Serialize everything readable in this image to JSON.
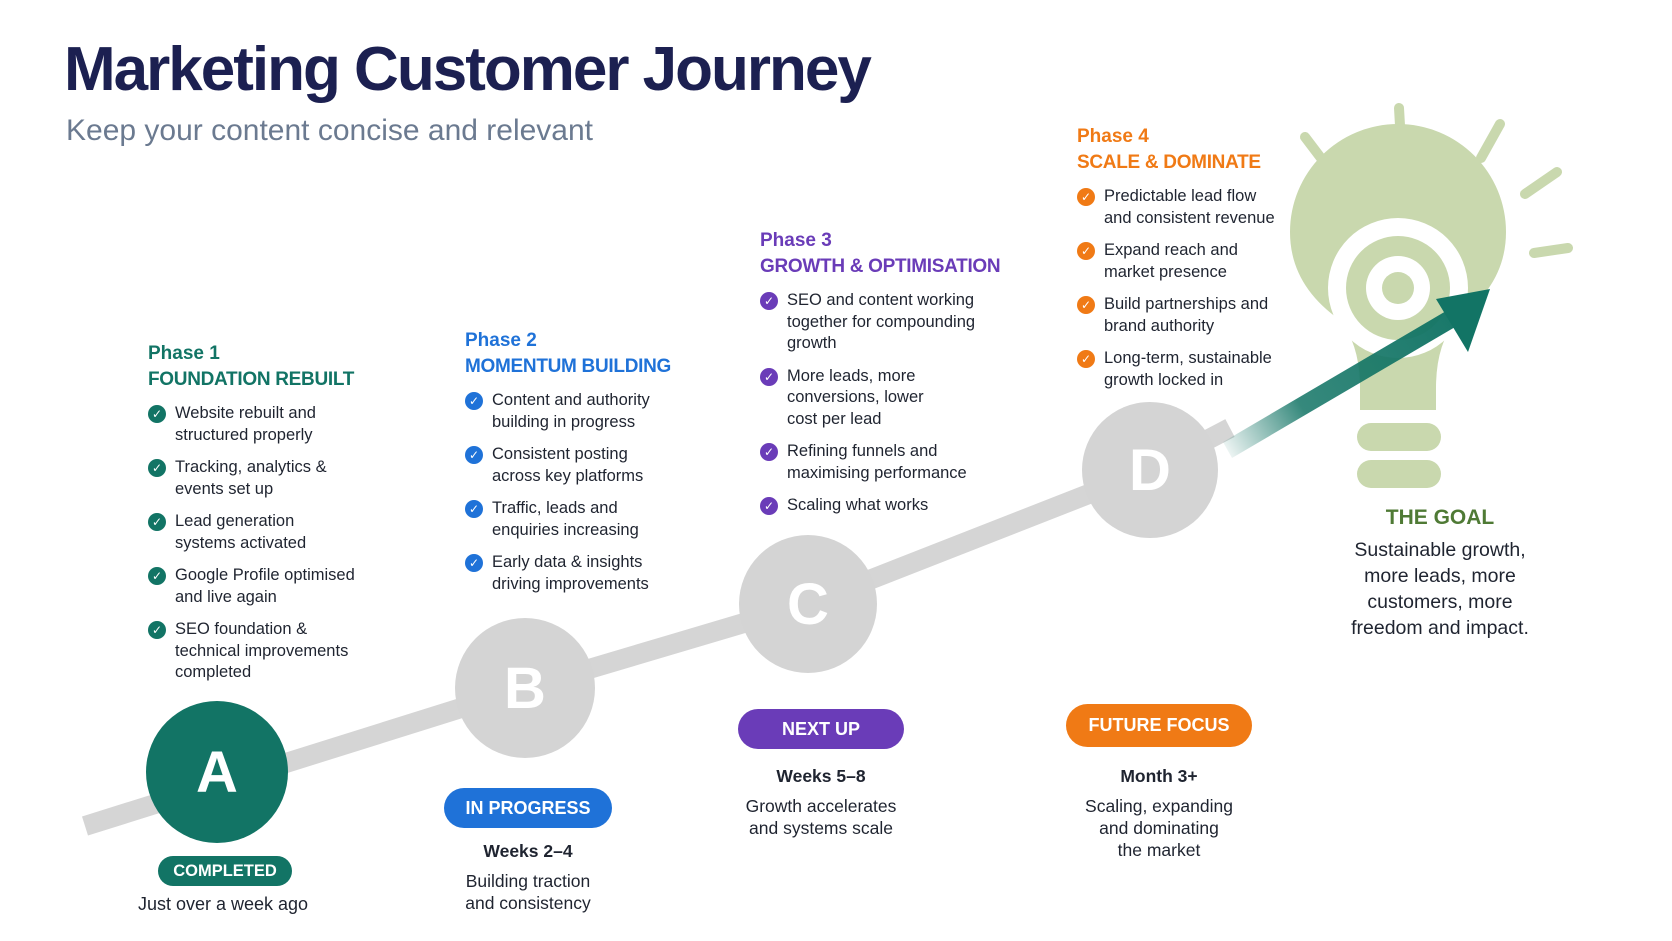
{
  "header": {
    "title": "Marketing Customer Journey",
    "subtitle": "Keep your content concise and relevant"
  },
  "colors": {
    "teal": "#127465",
    "blue": "#1f72d8",
    "purple": "#6a3cb8",
    "orange": "#f07a15",
    "grey_circle": "#d4d4d4",
    "bulb_green": "#c9d8ae",
    "goal_green": "#4f7a35"
  },
  "stages": [
    {
      "letter": "A",
      "phase": "Phase 1",
      "title": "FOUNDATION REBUILT",
      "items": [
        "Website rebuilt and\nstructured properly",
        "Tracking, analytics &\nevents set up",
        "Lead generation\nsystems activated",
        "Google Profile optimised\nand live again",
        "SEO foundation &\ntechnical improvements\ncompleted"
      ],
      "status": "COMPLETED",
      "period": "",
      "description": "Just over a week ago"
    },
    {
      "letter": "B",
      "phase": "Phase 2",
      "title": "MOMENTUM BUILDING",
      "items": [
        "Content and authority\nbuilding in progress",
        "Consistent posting\nacross key platforms",
        "Traffic, leads and\nenquiries increasing",
        "Early data & insights\ndriving improvements"
      ],
      "status": "IN PROGRESS",
      "period": "Weeks 2–4",
      "description": "Building traction\nand consistency"
    },
    {
      "letter": "C",
      "phase": "Phase 3",
      "title": "GROWTH & OPTIMISATION",
      "items": [
        "SEO and content working\ntogether for compounding\ngrowth",
        "More leads, more\nconversions, lower\ncost per lead",
        "Refining funnels and\nmaximising performance",
        "Scaling what works"
      ],
      "status": "NEXT UP",
      "period": "Weeks 5–8",
      "description": "Growth accelerates\nand systems scale"
    },
    {
      "letter": "D",
      "phase": "Phase 4",
      "title": "SCALE & DOMINATE",
      "items": [
        "Predictable lead flow\nand consistent revenue",
        "Expand reach and\nmarket presence",
        "Build partnerships and\nbrand authority",
        "Long-term, sustainable\ngrowth locked in"
      ],
      "status": "FUTURE FOCUS",
      "period": "Month 3+",
      "description": "Scaling, expanding\nand dominating\nthe market"
    }
  ],
  "goal": {
    "title": "THE GOAL",
    "text": "Sustainable growth,\nmore leads, more\ncustomers, more\nfreedom and impact."
  },
  "icons": {
    "check": "✓",
    "bulb": "lightbulb-target-icon",
    "arrow": "growth-arrow-icon"
  }
}
